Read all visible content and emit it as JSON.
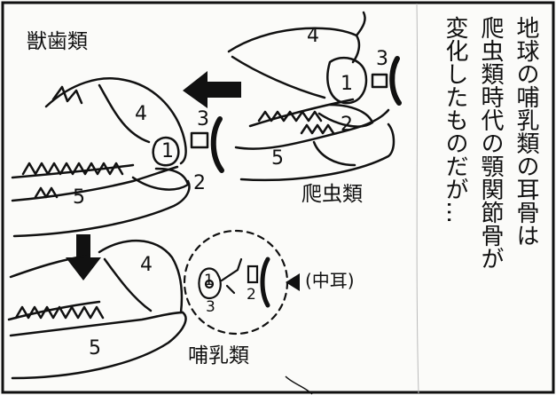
{
  "caption": {
    "col1": "地球の哺乳類の耳骨は",
    "col2": "爬虫類時代の顎関節骨が",
    "col3": "変化したものだが…"
  },
  "labels": {
    "beast_teeth": "獣歯類",
    "reptile": "爬虫類",
    "mammal": "哺乳類",
    "middle_ear": "(中耳)",
    "num_1": "1",
    "num_2": "2",
    "num_3": "3",
    "num_4": "4",
    "num_5": "5"
  },
  "icons": {
    "ink": "#111111",
    "paper": "#fbfbf9"
  }
}
